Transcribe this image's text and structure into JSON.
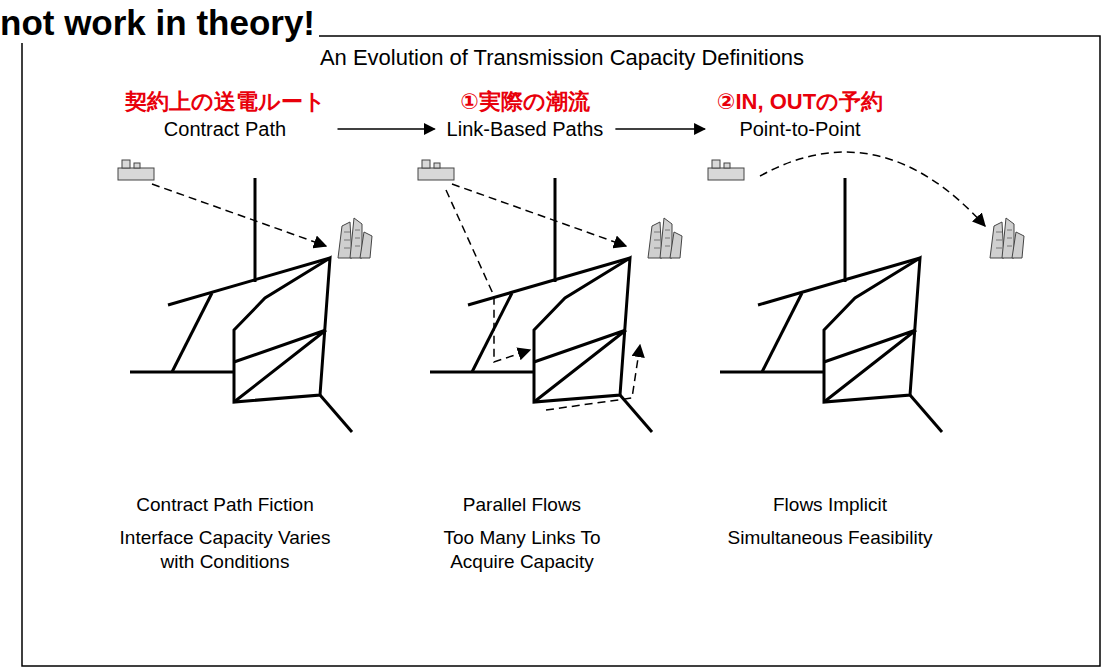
{
  "diagram": {
    "title": "An Evolution of Transmission Capacity Definitions",
    "nodes": [
      {
        "text": [
          "契約上の送電ルート",
          "Contract Path"
        ]
      },
      {
        "text": [
          "①実際の潮流",
          "Link-Based Paths"
        ]
      },
      {
        "text": [
          "②IN, OUTの予約",
          "Point-to-Point"
        ]
      }
    ],
    "edges": [
      {
        "from": 0,
        "to": 1,
        "arrow": "to"
      },
      {
        "from": 1,
        "to": 2,
        "arrow": "to"
      }
    ],
    "labels": [
      "not work in theory!",
      "Contract Path Fiction",
      "Interface Capacity Varies with Conditions",
      "Parallel Flows",
      "Too Many Links To Acquire Capacity",
      "Flows Implicit",
      "Simultaneous Feasibility"
    ]
  }
}
